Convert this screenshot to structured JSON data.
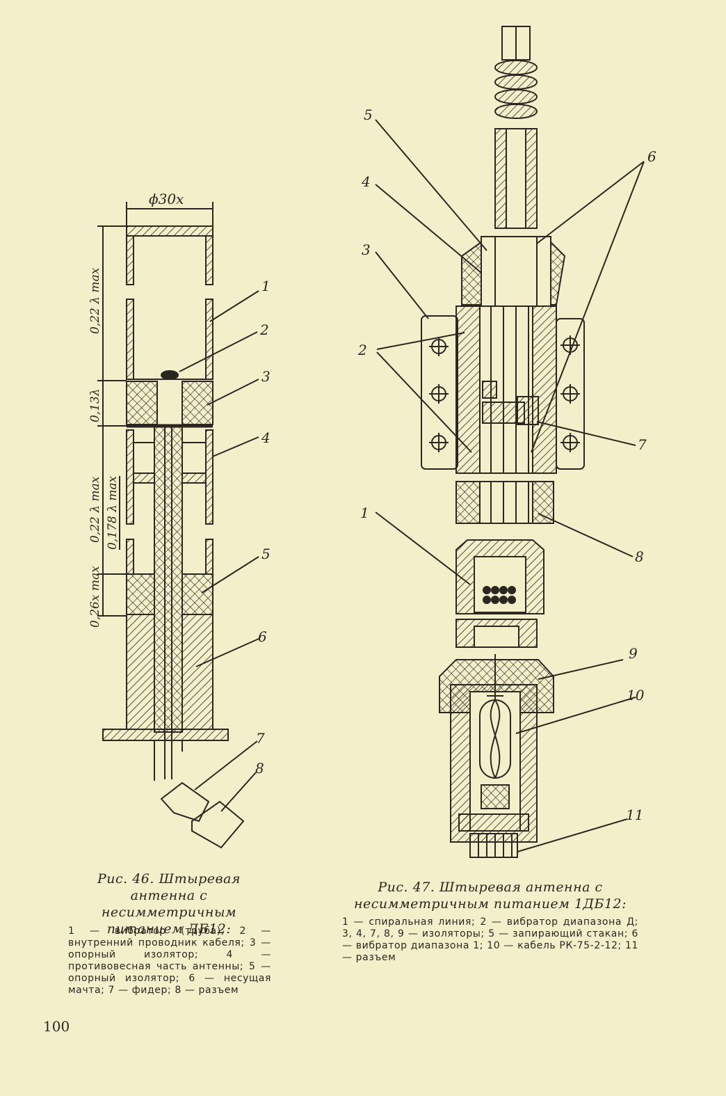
{
  "fig46": {
    "dimension_top": "ϕ30x",
    "dim_labels": [
      "0,22 λ max",
      "0,13λ",
      "0,22 λ max",
      "0,178 λ max",
      "0,26x max"
    ],
    "callouts": [
      "1",
      "2",
      "3",
      "4",
      "5",
      "6",
      "7",
      "8"
    ],
    "caption_title": "Рис. 46. Штыревая антенна с несимметричным питанием ДБ12:",
    "legend": "1 — вибратор (труба); 2 — внутренний проводник кабеля; 3 — опорный изолятор; 4 — противовесная часть антенны; 5 — опорный изолятор; 6 — несущая мачта; 7 — фидер; 8 — разъем"
  },
  "fig47": {
    "callouts": [
      "5",
      "4",
      "3",
      "2",
      "1",
      "6",
      "7",
      "8",
      "9",
      "10",
      "11"
    ],
    "caption_title": "Рис. 47. Штыревая антенна с несимметричным питанием 1ДБ12:",
    "legend": "1 — спиральная линия; 2 — вибратор диапазона Д; 3, 4, 7, 8, 9 — изоляторы; 5 — запирающий стакан; 6 — вибратор диапазона 1; 10 — кабель РК-75-2-12; 11 — разъем"
  },
  "page_number": "100"
}
